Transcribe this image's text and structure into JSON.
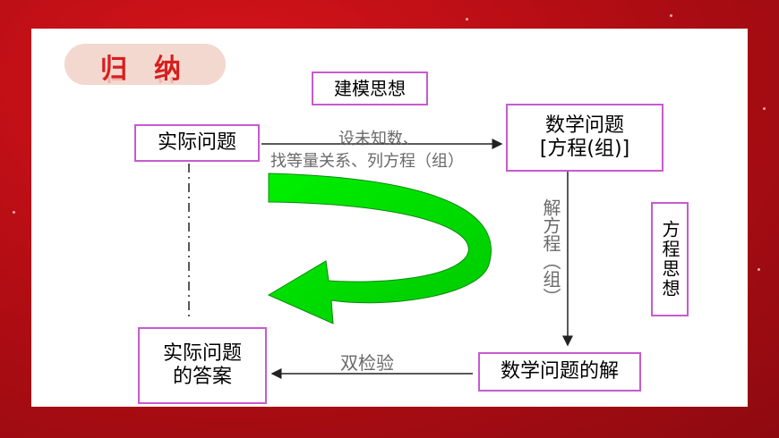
{
  "title": "归纳",
  "nodes": {
    "modeling_thought": "建模思想",
    "real_problem": "实际问题",
    "math_problem_line1": "数学问题",
    "math_problem_line2": "[方程(组)]",
    "equation_thought": "方程思想",
    "real_answer_line1": "实际问题",
    "real_answer_line2": "的答案",
    "math_solution": "数学问题的解"
  },
  "edges": {
    "top_label_line1": "设未知数、",
    "top_label_line2": "找等量关系、列方程（组）",
    "right_label": "解方程（组）",
    "bottom_label": "双检验"
  },
  "colors": {
    "background": "#b50d14",
    "box_border": "#c65bd0",
    "curved_arrow": "#00e400",
    "title_color": "#d81e1e"
  }
}
